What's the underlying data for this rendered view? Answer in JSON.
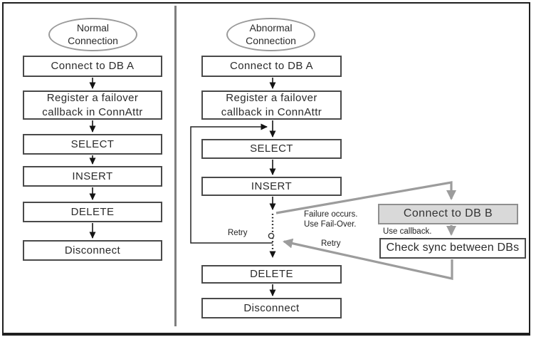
{
  "normal": {
    "title": "Normal\nConnection",
    "steps": [
      "Connect to DB A",
      "Register a failover\ncallback in ConnAttr",
      "SELECT",
      "INSERT",
      "DELETE",
      "Disconnect"
    ]
  },
  "abnormal": {
    "title": "Abnormal\nConnection",
    "steps": [
      "Connect to DB A",
      "Register a failover\ncallback in ConnAttr",
      "SELECT",
      "INSERT",
      "DELETE",
      "Disconnect"
    ]
  },
  "failover": {
    "connect_db_b": "Connect to DB B",
    "check_sync": "Check sync between DBs",
    "use_callback": "Use callback.",
    "failure_note": "Failure occurs.\nUse Fail-Over.",
    "retry_left": "Retry",
    "retry_right": "Retry"
  },
  "colors": {
    "gray_line": "#9c9c9c",
    "gray_box_fill": "#d9d9d9",
    "box_border": "#4a4a4a",
    "divider": "#7f7f7f"
  }
}
